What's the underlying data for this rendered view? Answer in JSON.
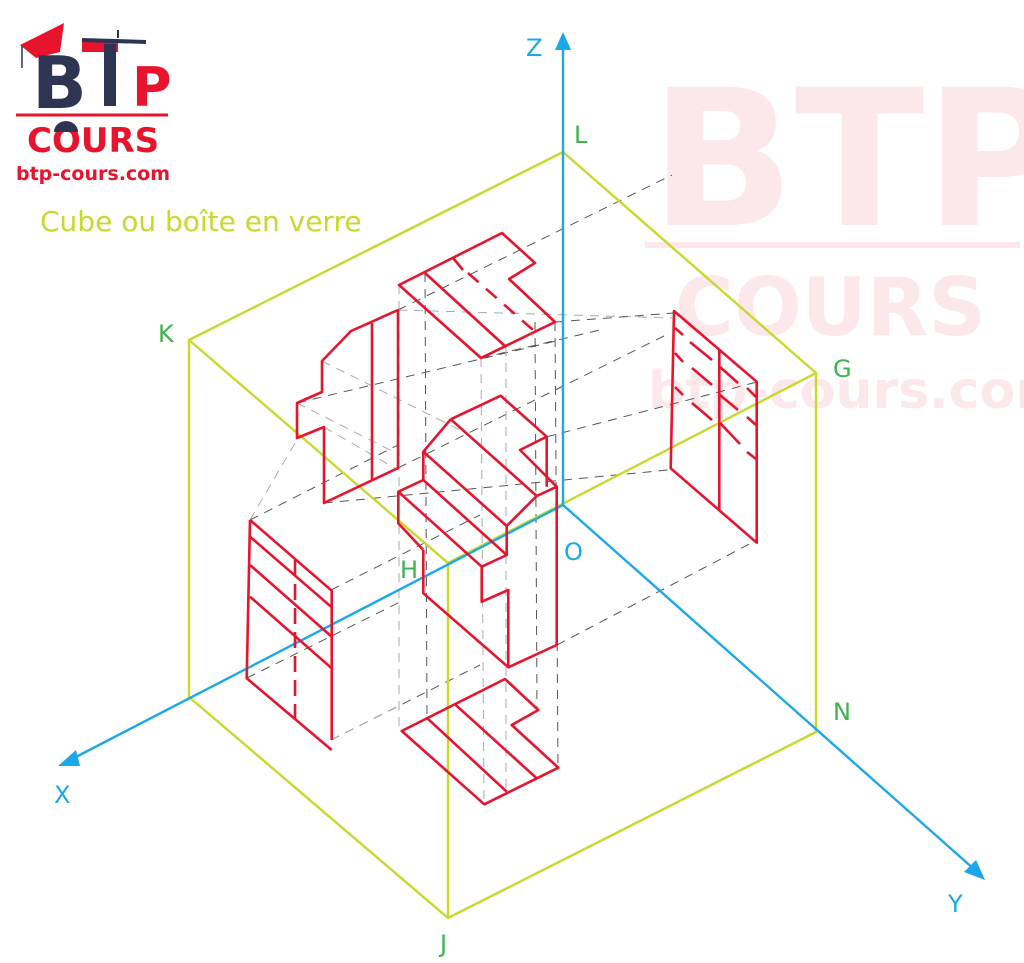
{
  "logo": {
    "letters_b": "B",
    "letters_t": "T",
    "letters_p": "P",
    "cours": "COURS",
    "site": "btp-cours.com"
  },
  "watermark": {
    "letters": "BTP",
    "cours": "COURS",
    "site": "btp-cours.com"
  },
  "title": "Cube ou boîte en verre",
  "axes": {
    "z": "Z",
    "x": "X",
    "y": "Y",
    "origin": "O"
  },
  "vertices": {
    "l": "L",
    "k": "K",
    "g": "G",
    "h": "H",
    "n": "N",
    "j": "J"
  },
  "colors": {
    "views": "#e8142e",
    "cube": "#c8d82c",
    "axes": "#1aa8e8",
    "vertex_labels": "#3cb44b"
  }
}
